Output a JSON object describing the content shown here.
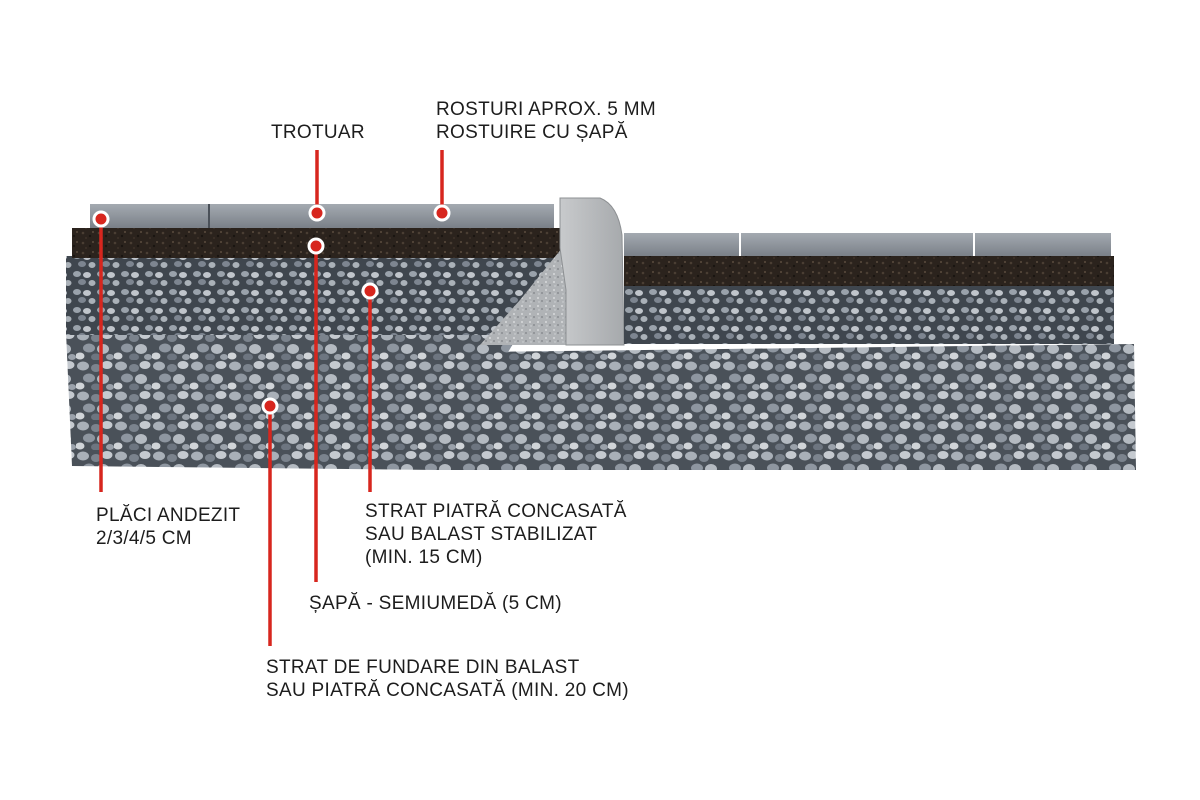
{
  "colors": {
    "leader": "#d7261e",
    "tile": "#8e949b",
    "tile_joint": "#4a5058",
    "screed": "#2d241e",
    "gravel": "#7d8590",
    "gravel_dark": "#3a4048",
    "curb": "#b8babc",
    "text": "#1d1d1d"
  },
  "labels": {
    "rosturi": [
      "ROSTURI APROX. 5 MM",
      "ROSTUIRE CU ȘAPĂ"
    ],
    "trotuar": [
      "TROTUAR"
    ],
    "placi": [
      "PLĂCI ANDEZIT",
      "2/3/4/5 CM"
    ],
    "strat_piatra": [
      "STRAT PIATRĂ CONCASATĂ",
      "SAU BALAST STABILIZAT",
      "(MIN. 15 CM)"
    ],
    "sapa": [
      "ȘAPĂ - SEMIUMEDĂ (5 CM)"
    ],
    "fundare": [
      "STRAT DE FUNDARE DIN BALAST",
      "SAU PIATRĂ CONCASATĂ (MIN. 20 CM)"
    ]
  }
}
